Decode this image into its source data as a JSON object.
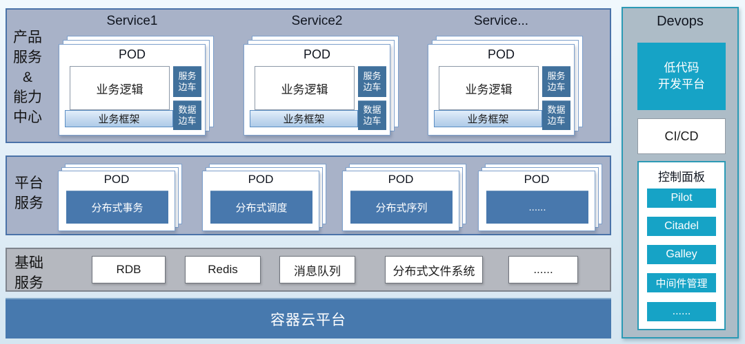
{
  "colors": {
    "band_bg": "#a8b2c8",
    "basic_band_bg": "#b5b8bf",
    "steel_blue": "#4878ad",
    "sidecar_blue": "#41719c",
    "bar_blue": "#4779ae",
    "teal": "#16a3c6",
    "teal_border": "#2b9ab5",
    "card_border": "#7da0cc"
  },
  "bands": {
    "product": {
      "label_lines": [
        "产品",
        "服务",
        "&",
        "能力",
        "中心"
      ],
      "services": [
        {
          "title": "Service1",
          "pod_label": "POD",
          "logic": "业务逻辑",
          "framework": "业务框架",
          "sidecars": [
            {
              "lines": [
                "服务",
                "边车"
              ]
            },
            {
              "lines": [
                "数据",
                "边车"
              ]
            }
          ]
        },
        {
          "title": "Service2",
          "pod_label": "POD",
          "logic": "业务逻辑",
          "framework": "业务框架",
          "sidecars": [
            {
              "lines": [
                "服务",
                "边车"
              ]
            },
            {
              "lines": [
                "数据",
                "边车"
              ]
            }
          ]
        },
        {
          "title": "Service...",
          "pod_label": "POD",
          "logic": "业务逻辑",
          "framework": "业务框架",
          "sidecars": [
            {
              "lines": [
                "服务",
                "边车"
              ]
            },
            {
              "lines": [
                "数据",
                "边车"
              ]
            }
          ]
        }
      ]
    },
    "platform": {
      "label_lines": [
        "平台",
        "服务"
      ],
      "pods": [
        {
          "pod_label": "POD",
          "value": "分布式事务"
        },
        {
          "pod_label": "POD",
          "value": "分布式调度"
        },
        {
          "pod_label": "POD",
          "value": "分布式序列"
        },
        {
          "pod_label": "POD",
          "value": "......"
        }
      ]
    },
    "basic": {
      "label_lines": [
        "基础",
        "服务"
      ],
      "items": [
        "RDB",
        "Redis",
        "消息队列",
        "分布式文件系统",
        "......"
      ]
    },
    "container_bar": "容器云平台"
  },
  "devops": {
    "title": "Devops",
    "lowcode_lines": [
      "低代码",
      "开发平台"
    ],
    "cicd": "CI/CD",
    "control_panel": {
      "title": "控制面板",
      "items": [
        "Pilot",
        "Citadel",
        "Galley",
        "中间件管理",
        "......"
      ]
    }
  }
}
